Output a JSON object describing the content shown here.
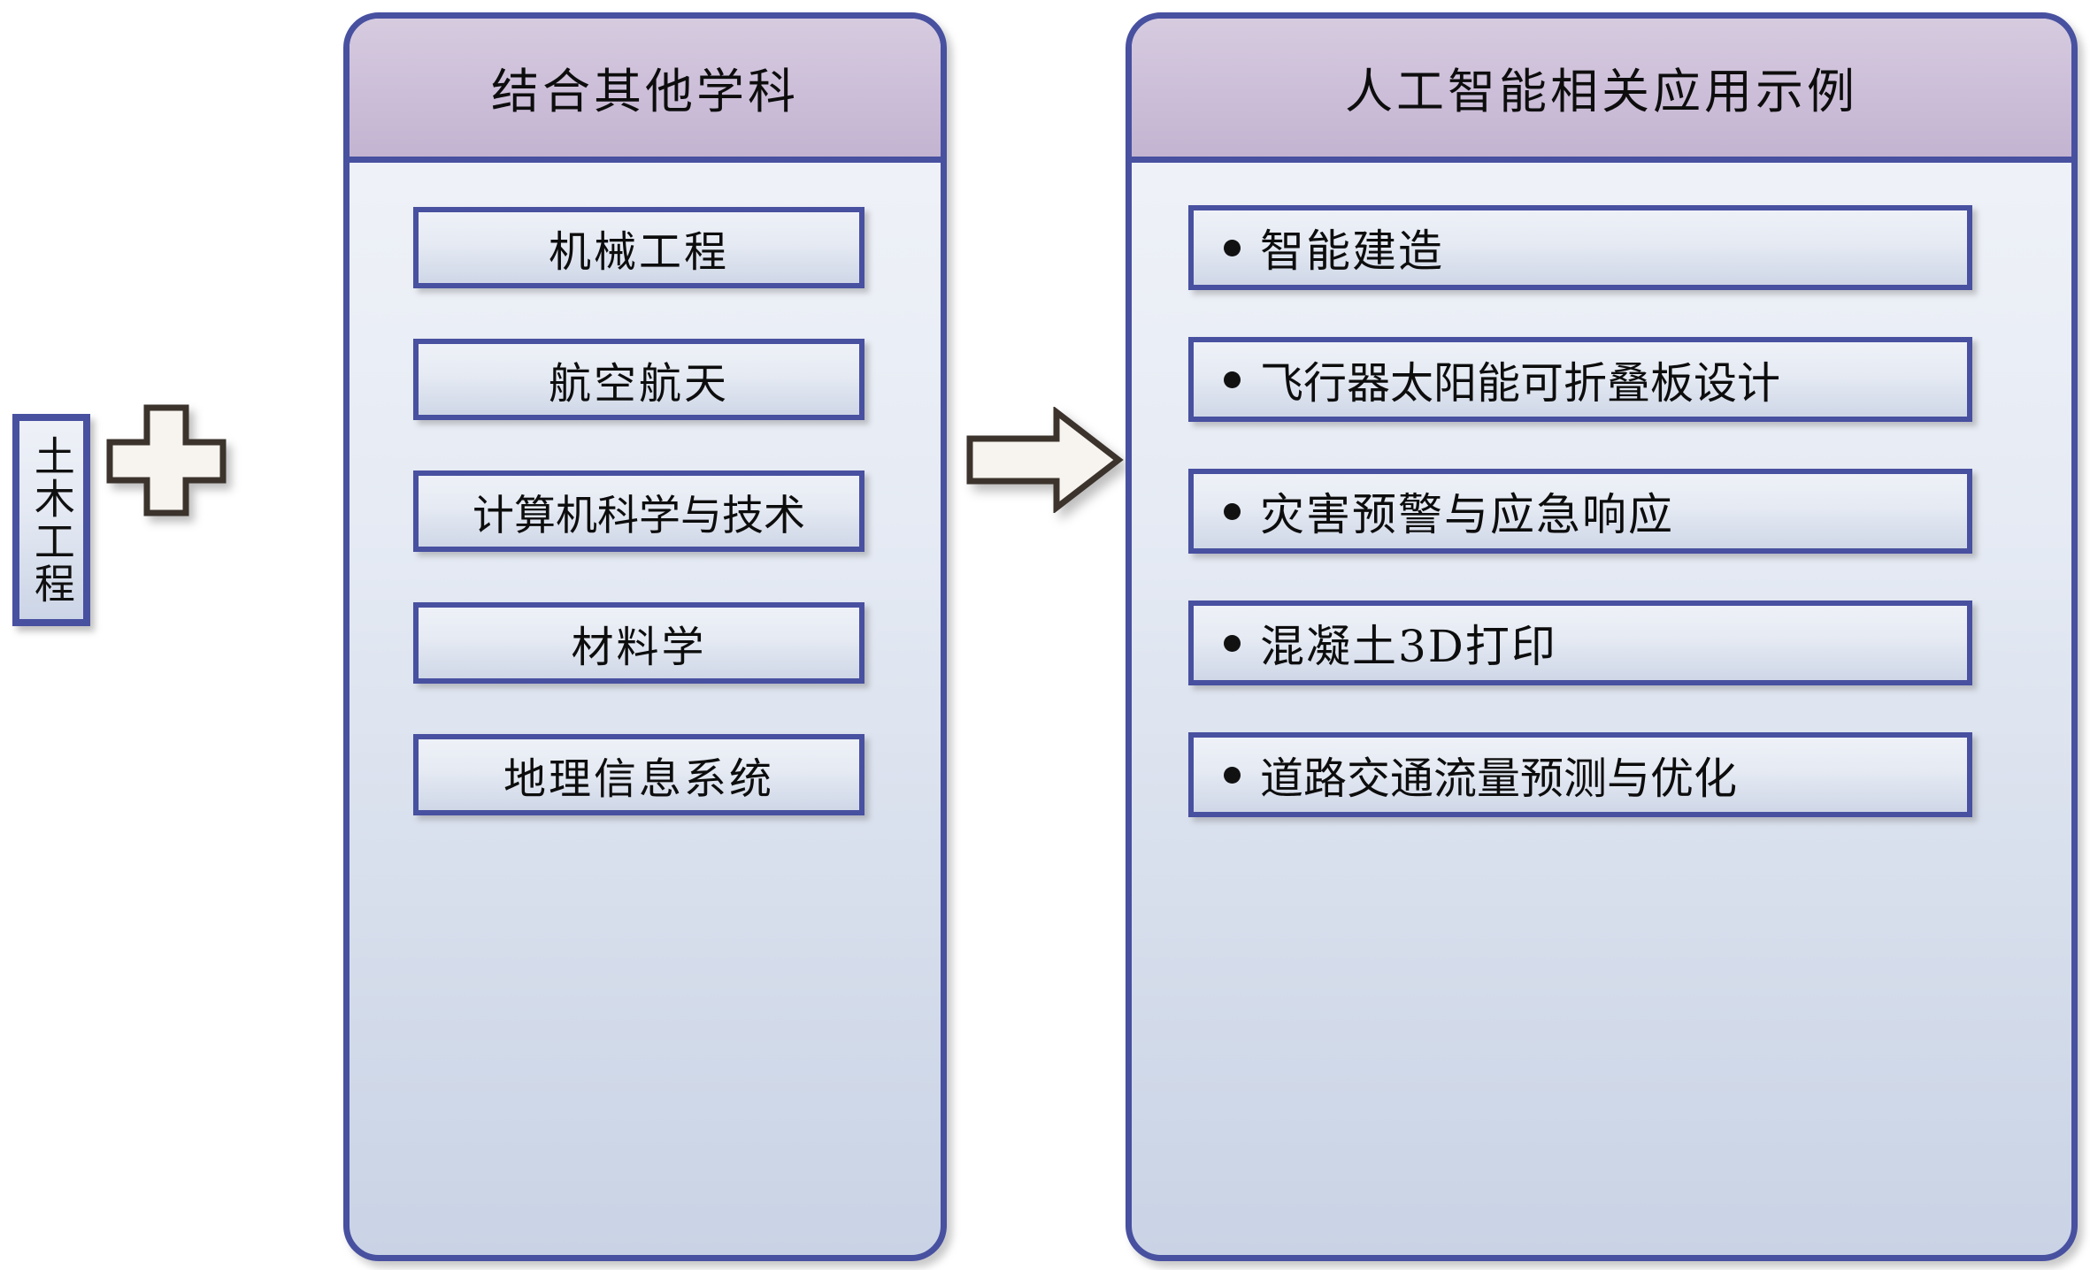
{
  "left": {
    "label": "土木工程"
  },
  "connectors": {
    "plus": "plus-sign",
    "arrow": "right-arrow"
  },
  "middle": {
    "title": "结合其他学科",
    "items": [
      {
        "label": "机械工程"
      },
      {
        "label": "航空航天"
      },
      {
        "label": "计算机科学与技术"
      },
      {
        "label": "材料学"
      },
      {
        "label": "地理信息系统"
      }
    ]
  },
  "right": {
    "title": "人工智能相关应用示例",
    "items": [
      {
        "label": "智能建造"
      },
      {
        "label": "飞行器太阳能可折叠板设计"
      },
      {
        "label": "灾害预警与应急响应"
      },
      {
        "label": "混凝土3D打印"
      },
      {
        "label": "道路交通流量预测与优化"
      }
    ]
  },
  "colors": {
    "box_border": "#4850a0",
    "header_fill": "#cdbfd9",
    "box_fill": "#e5eaf3",
    "connector_stroke": "#3b332c",
    "connector_fill": "#f7f4ef",
    "text": "#0d0d0d"
  }
}
